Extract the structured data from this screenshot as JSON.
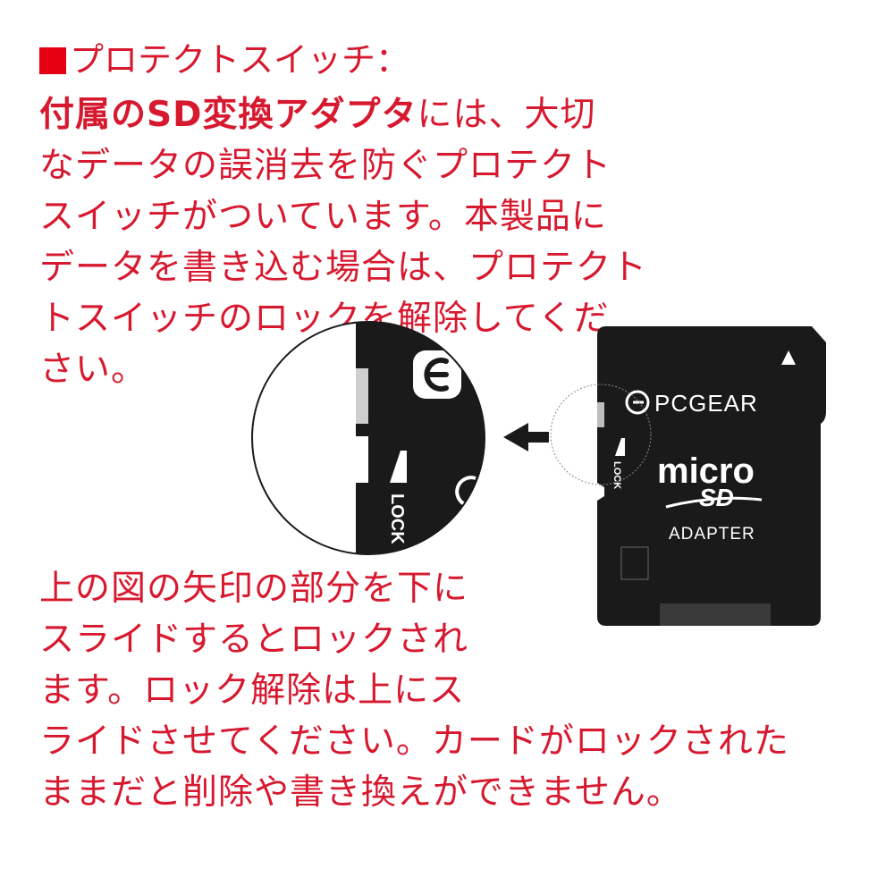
{
  "heading": "プロテクトスイッチ：",
  "para1": {
    "lead_bold": "付属のSD変換アダプタ",
    "lines": [
      "には、大切",
      "なデータの誤消去を防ぐプロテクト",
      "スイッチがついています。本製品に",
      "データを書き込む場合は、プロテクト",
      "トスイッチのロックを解除してくだ",
      "さい。"
    ]
  },
  "para2": {
    "lines": [
      "上の図の矢印の部分を下に",
      "スライドするとロックされ",
      "ます。ロック解除は上にス",
      "ライドさせてください。カードがロックされた",
      "ままだと削除や書き換えができません。"
    ]
  },
  "card": {
    "brand": "PCGEAR",
    "micro": "micro",
    "sd": "SD",
    "adapter": "ADAPTER",
    "lock": "LOCK"
  },
  "zoom": {
    "lock": "LOCK"
  },
  "colors": {
    "accent": "#d7192f",
    "square": "#e50012",
    "card": "#1a1a1a"
  },
  "icons": [
    "square-bullet-icon",
    "pcgear-logo-icon",
    "arrow-left-icon",
    "triangle-icon"
  ]
}
